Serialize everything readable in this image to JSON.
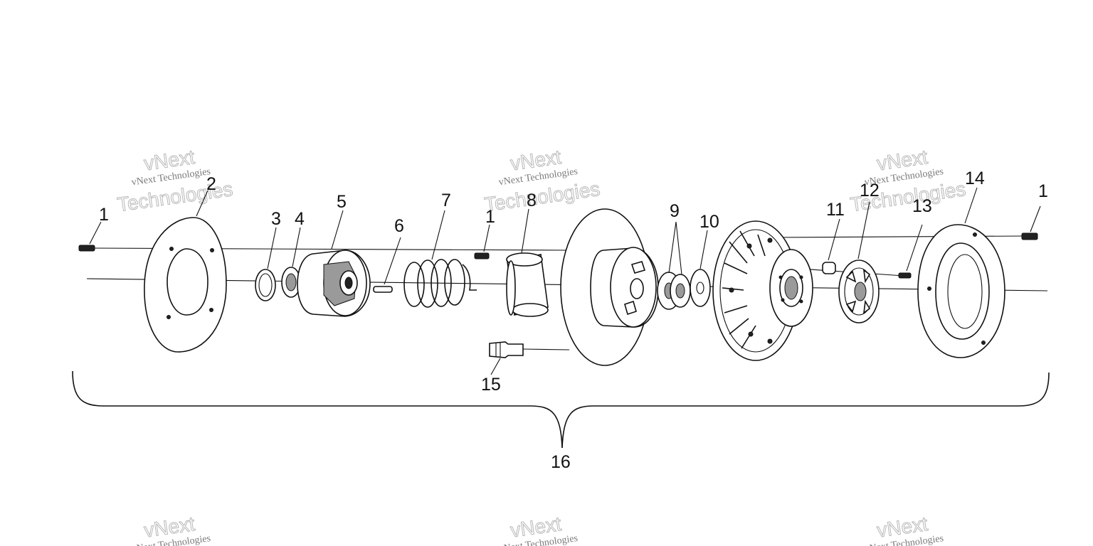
{
  "watermark": {
    "company": "vNext Technologies",
    "outline_top": "vNext",
    "outline_bottom": "Technologies"
  },
  "callouts": {
    "bolt": "1",
    "outer_cover": "2",
    "snap_ring": "3",
    "washer": "4",
    "helix": "5",
    "roll_pin": "6",
    "spring": "7",
    "bushing": "8",
    "button": "9",
    "spacer": "10",
    "weight_pin": "11",
    "cover_plate": "12",
    "screw": "13",
    "inner_cover": "14",
    "grease_fitting": "15",
    "assembly": "16"
  }
}
